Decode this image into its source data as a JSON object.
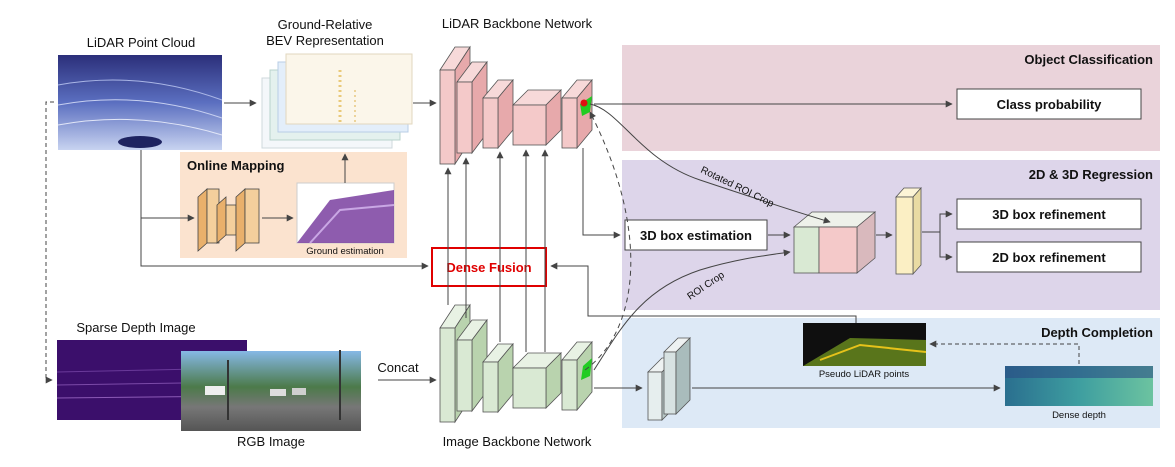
{
  "colors": {
    "classification_bg": "#ead3da",
    "regression_bg": "#ddd5ea",
    "depth_bg": "#dde9f6",
    "mapping_bg": "#fbe3cf",
    "lidar_block": "#f4c9c9",
    "image_block": "#d9e9d3",
    "mapping_block": "#f0c48a",
    "dense_fusion": "#e00000",
    "roi_point_green": "#22cc22",
    "roi_point_red": "#dd1111"
  },
  "labels": {
    "lidar_point_cloud": "LiDAR Point Cloud",
    "bev_line1": "Ground-Relative",
    "bev_line2": "BEV Representation",
    "lidar_backbone": "LiDAR Backbone Network",
    "online_mapping": "Online Mapping",
    "ground_estimation": "Ground estimation",
    "sparse_depth": "Sparse Depth Image",
    "rgb_image": "RGB Image",
    "concat": "Concat",
    "image_backbone": "Image Backbone Network",
    "dense_fusion": "Dense Fusion",
    "box_estimation_3d": "3D box estimation",
    "rotated_roi_crop": "Rotated ROI Crop",
    "roi_crop": "ROI Crop",
    "pseudo_lidar": "Pseudo LiDAR points",
    "dense_depth": "Dense depth"
  },
  "regions": {
    "object_classification": "Object Classification",
    "regression": "2D & 3D Regression",
    "depth_completion": "Depth Completion"
  },
  "outputs": {
    "class_probability": "Class probability",
    "box_refinement_3d": "3D box refinement",
    "box_refinement_2d": "2D box refinement"
  }
}
